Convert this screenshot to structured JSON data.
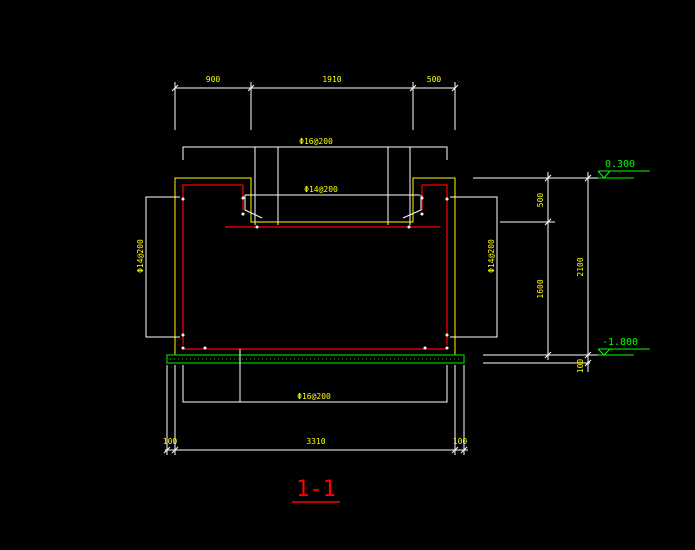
{
  "drawing": {
    "title": "1-1",
    "colors": {
      "background": "#000000",
      "dimension": "#ffffff",
      "text": "#ffff00",
      "rebar": "#ff0000",
      "concrete_outline": "#ffff00",
      "cushion": "#00cc00",
      "elevation": "#00ff00"
    },
    "dimensions": {
      "top_left": "900",
      "top_middle": "1910",
      "top_right": "500",
      "right_upper": "500",
      "right_lower": "1600",
      "right_total": "2100",
      "right_bottom": "100",
      "bottom_total": "3310",
      "bottom_left": "100",
      "bottom_right": "100"
    },
    "rebar_labels": {
      "top_main": "Φ16@200",
      "top_inner": "Φ14@200",
      "left_wall": "Φ14@200",
      "right_wall": "Φ14@200",
      "bottom_main": "Φ16@200"
    },
    "elevations": {
      "top": "0.300",
      "bottom": "-1.800"
    }
  }
}
